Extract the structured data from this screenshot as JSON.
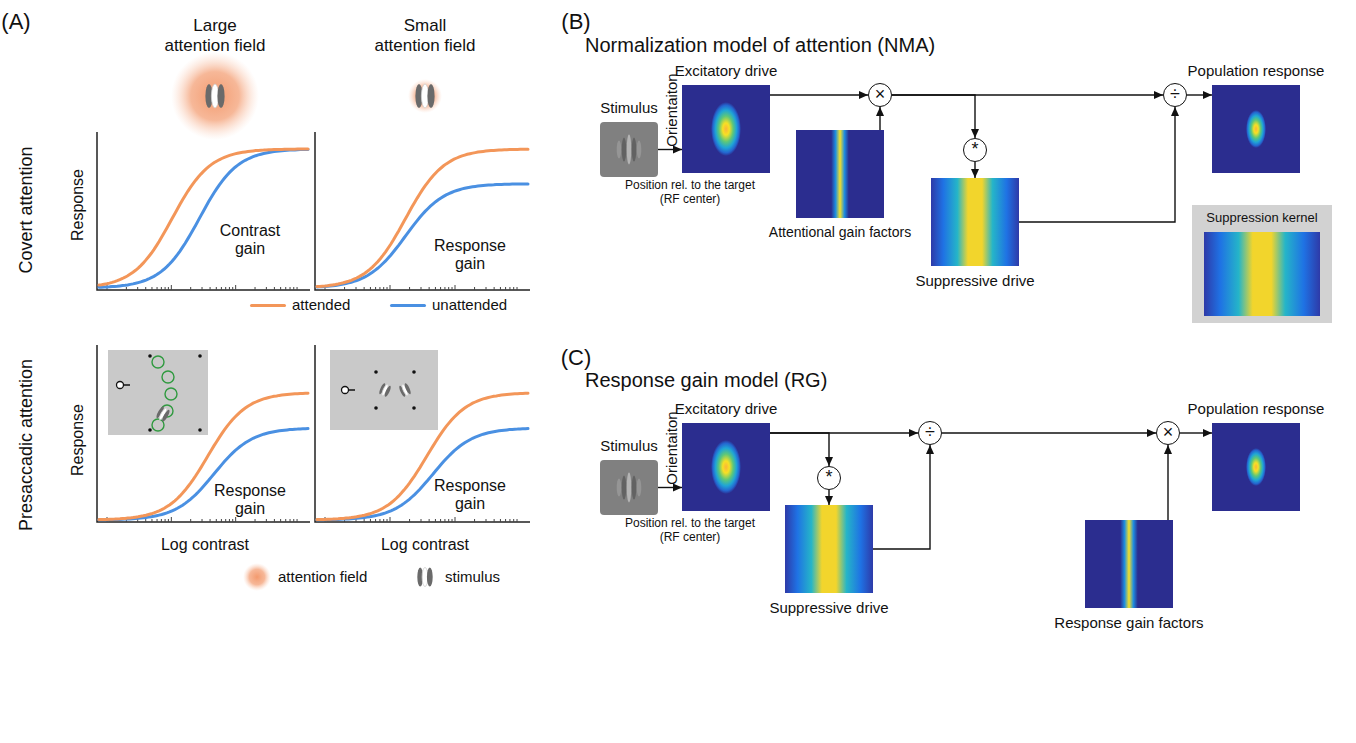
{
  "diagram": {
    "nodes": [
      {
        "text": [
          "Stimulus"
        ]
      },
      {
        "text": [
          "Excitatory drive",
          "Orientaiton",
          "Position rel. to the target (RF center)"
        ]
      },
      {
        "text": [
          "×"
        ]
      },
      {
        "text": [
          "Attentional gain factors"
        ]
      },
      {
        "text": [
          "*"
        ]
      },
      {
        "text": [
          "Suppressive drive"
        ]
      },
      {
        "text": [
          "÷"
        ]
      },
      {
        "text": [
          "Population response"
        ]
      },
      {
        "text": [
          "Suppression kernel"
        ]
      },
      {
        "text": [
          "Stimulus"
        ]
      },
      {
        "text": [
          "Excitatory drive",
          "Orientaiton",
          "Position rel. to the target (RF center)"
        ]
      },
      {
        "text": [
          "*"
        ]
      },
      {
        "text": [
          "Suppressive drive"
        ]
      },
      {
        "text": [
          "÷"
        ]
      },
      {
        "text": [
          "×"
        ]
      },
      {
        "text": [
          "Response gain factors"
        ]
      },
      {
        "text": [
          "Population response"
        ]
      }
    ],
    "edges": [
      {
        "from": 0,
        "to": 1,
        "arrow": "to"
      },
      {
        "from": 1,
        "to": 2,
        "arrow": "to"
      },
      {
        "from": 3,
        "to": 2,
        "arrow": "to"
      },
      {
        "from": 2,
        "to": 6,
        "arrow": "to"
      },
      {
        "from": 2,
        "to": 4,
        "arrow": "to"
      },
      {
        "from": 4,
        "to": 5,
        "arrow": "to"
      },
      {
        "from": 5,
        "to": 6,
        "arrow": "to"
      },
      {
        "from": 6,
        "to": 7,
        "arrow": "to"
      },
      {
        "from": 9,
        "to": 10,
        "arrow": "to"
      },
      {
        "from": 10,
        "to": 13,
        "arrow": "to"
      },
      {
        "from": 10,
        "to": 11,
        "arrow": "to"
      },
      {
        "from": 11,
        "to": 12,
        "arrow": "to"
      },
      {
        "from": 12,
        "to": 13,
        "arrow": "to"
      },
      {
        "from": 13,
        "to": 14,
        "arrow": "to"
      },
      {
        "from": 15,
        "to": 14,
        "arrow": "to"
      },
      {
        "from": 14,
        "to": 16,
        "arrow": "to"
      }
    ],
    "labels": [
      "(A)",
      "Large attention field",
      "Small attention field",
      "Covert attention",
      "Response",
      "Contrast gain",
      "Response gain",
      "Presaccadic attention",
      "Response",
      "Response gain",
      "Response gain",
      "Log contrast",
      "Log contrast",
      "(B)",
      "Normalization model of attention (NMA)",
      "(C)",
      "Response gain model (RG)"
    ],
    "legend": [
      {
        "text": "attended",
        "color": "#f39659"
      },
      {
        "text": "unattended",
        "color": "#4a90e2"
      },
      {
        "text": "attention field"
      },
      {
        "text": "stimulus"
      }
    ]
  }
}
